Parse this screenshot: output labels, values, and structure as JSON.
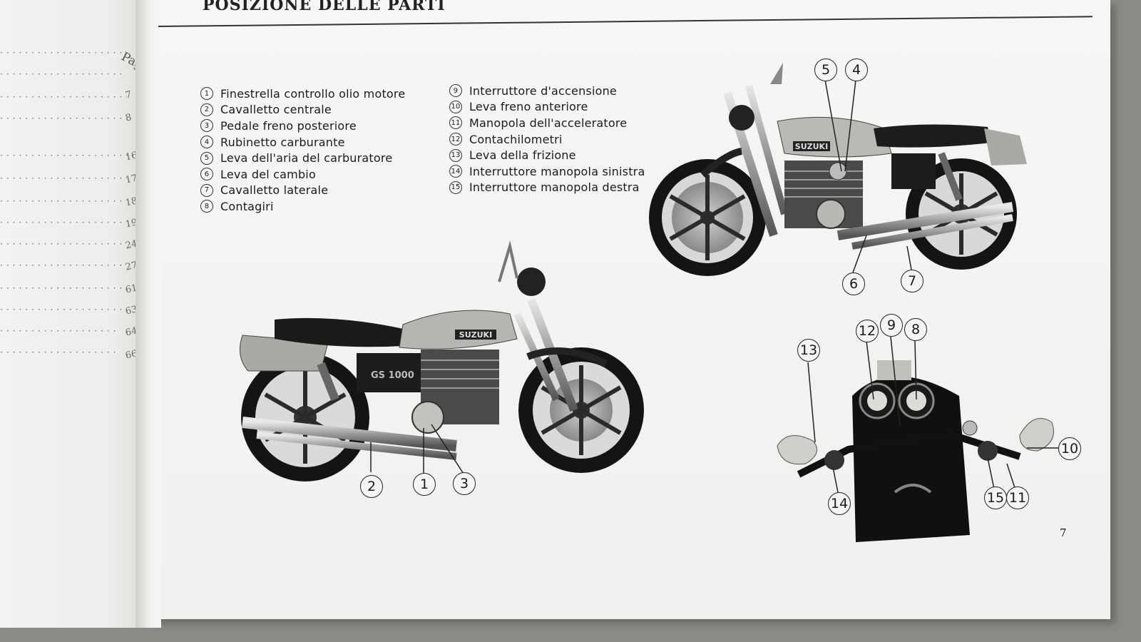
{
  "page": {
    "title": "POSIZIONE DELLE PARTI",
    "number": "7"
  },
  "left_page": {
    "label": "Pagina",
    "numbers": [
      "7",
      "8",
      "16",
      "17",
      "18",
      "19",
      "24",
      "27",
      "61",
      "63",
      "64",
      "66"
    ]
  },
  "legend_left": [
    {
      "num": "1",
      "text": "Finestrella controllo olio motore"
    },
    {
      "num": "2",
      "text": "Cavalletto centrale"
    },
    {
      "num": "3",
      "text": "Pedale freno posteriore"
    },
    {
      "num": "4",
      "text": "Rubinetto carburante"
    },
    {
      "num": "5",
      "text": "Leva dell'aria del carburatore"
    },
    {
      "num": "6",
      "text": "Leva del cambio"
    },
    {
      "num": "7",
      "text": "Cavalletto laterale"
    },
    {
      "num": "8",
      "text": "Contagiri"
    }
  ],
  "legend_right": [
    {
      "num": "9",
      "text": "Interruttore d'accensione"
    },
    {
      "num": "10",
      "text": "Leva freno anteriore"
    },
    {
      "num": "11",
      "text": "Manopola dell'acceleratore"
    },
    {
      "num": "12",
      "text": "Contachilometri"
    },
    {
      "num": "13",
      "text": "Leva della frizione"
    },
    {
      "num": "14",
      "text": "Interruttore manopola sinistra"
    },
    {
      "num": "15",
      "text": "Interruttore manopola destra"
    }
  ],
  "photos": {
    "brand": "SUZUKI",
    "model": "GS 1000"
  },
  "callouts": {
    "c1": "1",
    "c2": "2",
    "c3": "3",
    "c4": "4",
    "c5": "5",
    "c6": "6",
    "c7": "7",
    "c8": "8",
    "c9": "9",
    "c10": "10",
    "c11": "11",
    "c12": "12",
    "c13": "13",
    "c14": "14",
    "c15": "15"
  }
}
